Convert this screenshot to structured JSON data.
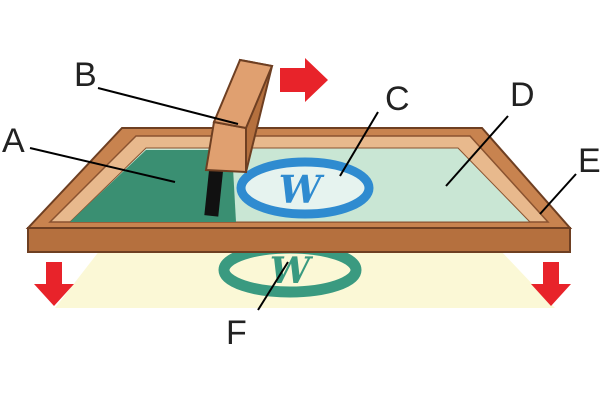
{
  "labels": {
    "a": "A",
    "b": "B",
    "c": "C",
    "d": "D",
    "e": "E",
    "f": "F"
  },
  "logo_text": "W",
  "colors": {
    "background": "#ffffff",
    "frame_wood": "#c8834f",
    "frame_wood_dark": "#8a5330",
    "frame_inner": "#e8b98d",
    "mesh": "#c9e6d4",
    "ink": "#3a8f72",
    "stencil_logo": "#2f8bd0",
    "print_paper": "#fbf8d6",
    "print_ink": "#3a9a80",
    "squeegee_wood": "#e0a070",
    "squeegee_blade": "#111111",
    "arrow": "#e8232a"
  },
  "icons": {
    "motion_arrow_right": "arrow-right-icon",
    "motion_arrow_down_left": "arrow-down-icon",
    "motion_arrow_down_right": "arrow-down-icon"
  }
}
